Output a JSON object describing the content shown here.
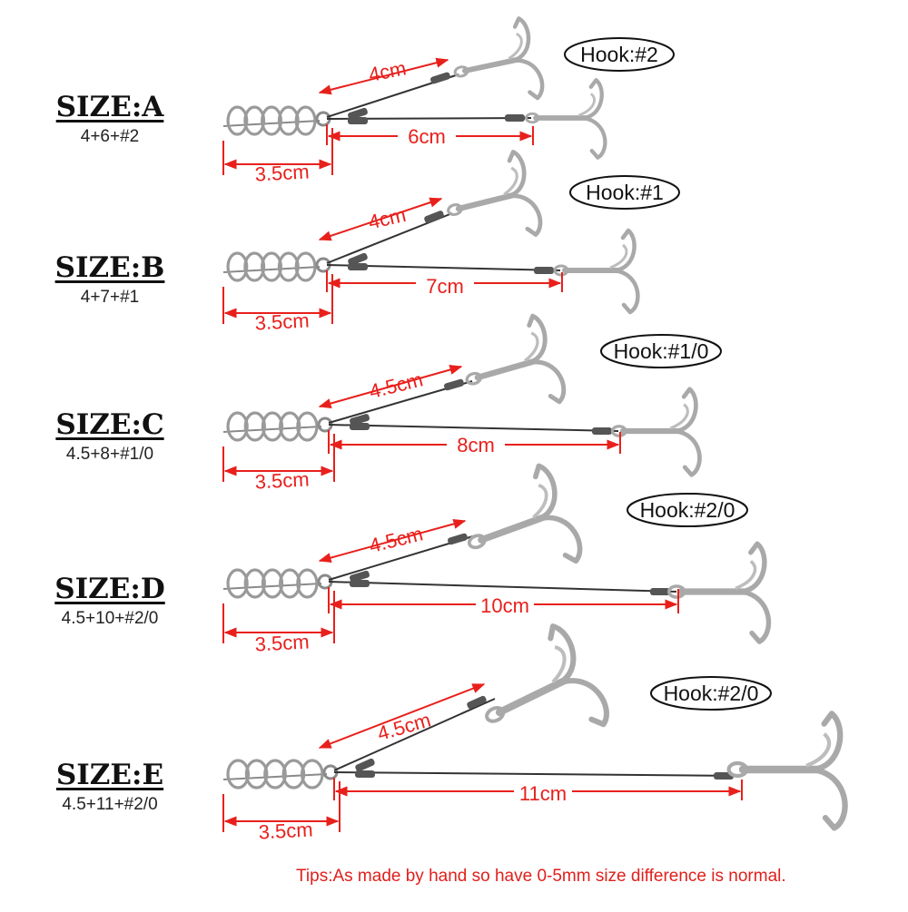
{
  "colors": {
    "dimension": "#e8201c",
    "wire": "#333333",
    "metal": "#a9a9a9",
    "tips": "#e0201c"
  },
  "rigs": [
    {
      "size": "SIZE:A",
      "formula": "4+6+#2",
      "upper": "4cm",
      "lower": "6cm",
      "coil": "3.5cm",
      "hook": "Hook:#2"
    },
    {
      "size": "SIZE:B",
      "formula": "4+7+#1",
      "upper": "4cm",
      "lower": "7cm",
      "coil": "3.5cm",
      "hook": "Hook:#1"
    },
    {
      "size": "SIZE:C",
      "formula": "4.5+8+#1/0",
      "upper": "4.5cm",
      "lower": "8cm",
      "coil": "3.5cm",
      "hook": "Hook:#1/0"
    },
    {
      "size": "SIZE:D",
      "formula": "4.5+10+#2/0",
      "upper": "4.5cm",
      "lower": "10cm",
      "coil": "3.5cm",
      "hook": "Hook:#2/0"
    },
    {
      "size": "SIZE:E",
      "formula": "4.5+11+#2/0",
      "upper": "4.5cm",
      "lower": "11cm",
      "coil": "3.5cm",
      "hook": "Hook:#2/0"
    }
  ],
  "tips": "Tips:As made by hand so have 0-5mm size difference is normal."
}
